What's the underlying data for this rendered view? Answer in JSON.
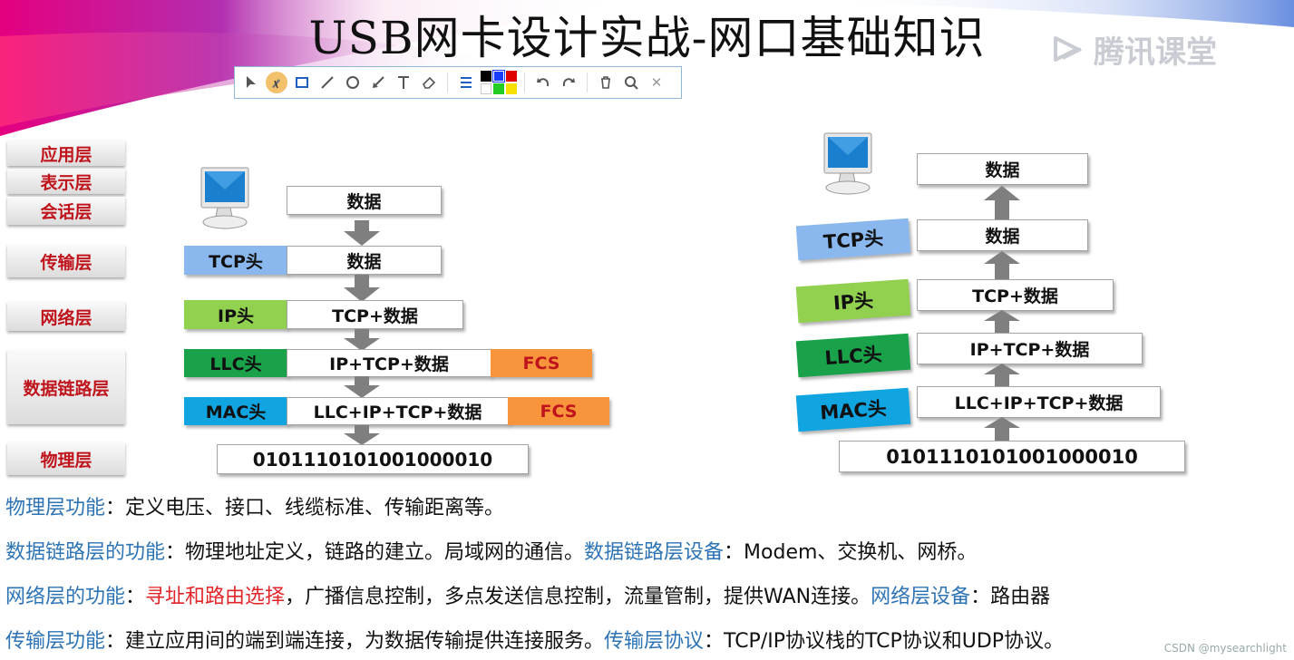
{
  "slide": {
    "title": "USB网卡设计实战-网口基础知识",
    "logo_text": "腾讯课堂",
    "watermark": "CSDN @mysearchlight"
  },
  "toolbar": {
    "tools": [
      "select-tool",
      "highlighter-tool",
      "rectangle-tool",
      "line-tool",
      "circle-tool",
      "arrow-tool",
      "text-tool",
      "eraser-tool",
      "line-style-tool",
      "undo",
      "redo",
      "delete",
      "zoom",
      "close"
    ],
    "colors": [
      "#000000",
      "#1a3cff",
      "#e00000",
      "#ffffff",
      "#22cc22",
      "#f5e000"
    ]
  },
  "layers": [
    "应用层",
    "表示层",
    "会话层",
    "传输层",
    "网络层",
    "数据链路层",
    "物理层"
  ],
  "left_stack": {
    "data": "数据",
    "tcp_header": "TCP头",
    "data2": "数据",
    "ip_header": "IP头",
    "tcp_data": "TCP+数据",
    "llc_header": "LLC头",
    "ip_tcp_data": "IP+TCP+数据",
    "fcs1": "FCS",
    "mac_header": "MAC头",
    "llc_ip_tcp_data": "LLC+IP+TCP+数据",
    "fcs2": "FCS",
    "bits": "0101110101001000010"
  },
  "right_stack": {
    "data": "数据",
    "tcp_header": "TCP头",
    "data2": "数据",
    "ip_header": "IP头",
    "tcp_data": "TCP+数据",
    "llc_header": "LLC头",
    "ip_tcp_data": "IP+TCP+数据",
    "mac_header": "MAC头",
    "llc_ip_tcp_data": "LLC+IP+TCP+数据",
    "bits": "0101110101001000010"
  },
  "colors": {
    "tcp": "#8ab8ee",
    "ip": "#92d050",
    "llc": "#1aa24a",
    "mac": "#10a4e0",
    "fcs": "#f7943c",
    "arrow": "#7f7f7f"
  },
  "notes": [
    {
      "parts": [
        {
          "t": "物理层功能",
          "c": "blue"
        },
        {
          "t": "：定义电压、接口、线缆标准、传输距离等。",
          "c": ""
        }
      ]
    },
    {
      "parts": [
        {
          "t": "数据链路层的功能",
          "c": "blue"
        },
        {
          "t": "：物理地址定义，链路的建立。局域网的通信。",
          "c": ""
        },
        {
          "t": "数据链路层设备",
          "c": "blue"
        },
        {
          "t": "：Modem、交换机、网桥。",
          "c": ""
        }
      ]
    },
    {
      "parts": [
        {
          "t": "网络层的功能",
          "c": "blue"
        },
        {
          "t": "：",
          "c": ""
        },
        {
          "t": "寻址和路由选择",
          "c": "red"
        },
        {
          "t": "，广播信息控制，多点发送信息控制，流量管制，提供WAN连接。",
          "c": ""
        },
        {
          "t": "网络层设备",
          "c": "blue"
        },
        {
          "t": "：路由器",
          "c": ""
        }
      ]
    },
    {
      "parts": [
        {
          "t": "传输层功能",
          "c": "blue"
        },
        {
          "t": "：建立应用间的端到端连接，为数据传输提供连接服务。",
          "c": ""
        },
        {
          "t": "传输层协议",
          "c": "blue"
        },
        {
          "t": "：TCP/IP协议栈的TCP协议和UDP协议。",
          "c": ""
        }
      ]
    }
  ]
}
